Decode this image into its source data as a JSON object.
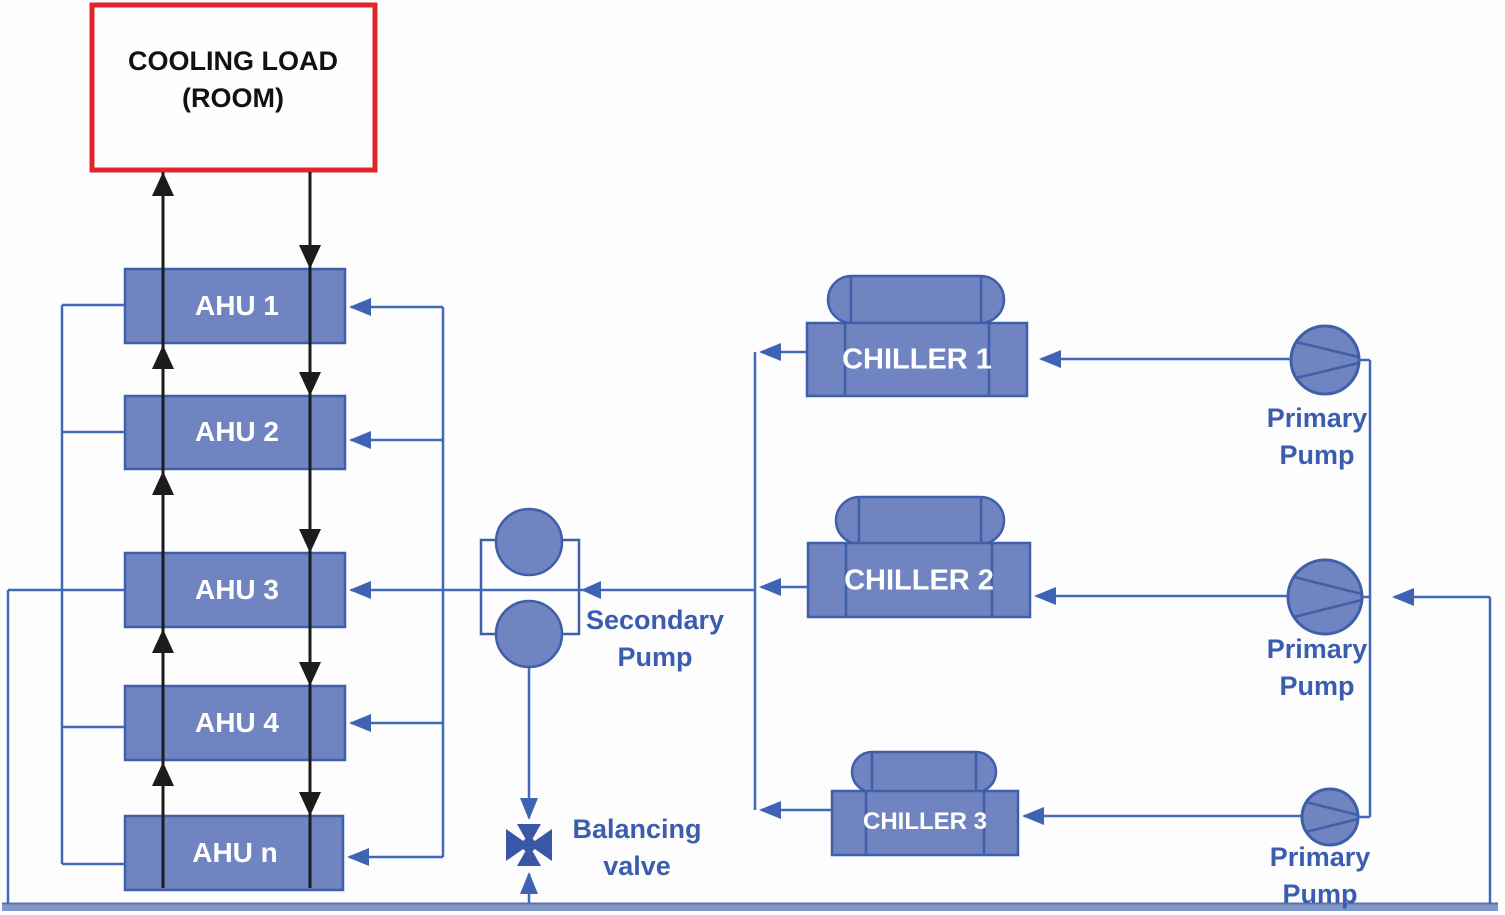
{
  "cooling_load": {
    "line1": "COOLING LOAD",
    "line2": "(ROOM)"
  },
  "ahus": [
    {
      "label": "AHU 1"
    },
    {
      "label": "AHU 2"
    },
    {
      "label": "AHU 3"
    },
    {
      "label": "AHU 4"
    },
    {
      "label": "AHU n"
    }
  ],
  "chillers": [
    {
      "label": "CHILLER 1"
    },
    {
      "label": "CHILLER 2"
    },
    {
      "label": "CHILLER 3"
    }
  ],
  "secondary_pump": {
    "line1": "Secondary",
    "line2": "Pump"
  },
  "primary_pumps": [
    {
      "line1": "Primary",
      "line2": "Pump"
    },
    {
      "line1": "Primary",
      "line2": "Pump"
    },
    {
      "line1": "Primary",
      "line2": "Pump"
    }
  ],
  "balancing_valve": {
    "line1": "Balancing",
    "line2": "valve"
  },
  "colors": {
    "equipment_fill": "#6f84c1",
    "equipment_stroke": "#3f5fa8",
    "pipe_blue": "#4169b8",
    "arrow_blue": "#3f63b4",
    "label_blue": "#3b5dae",
    "air_flow_black": "#1c1c1c",
    "cooling_load_border": "#e0262d",
    "box_text": "#ffffff",
    "bottom_pipe": "#8199c9"
  }
}
